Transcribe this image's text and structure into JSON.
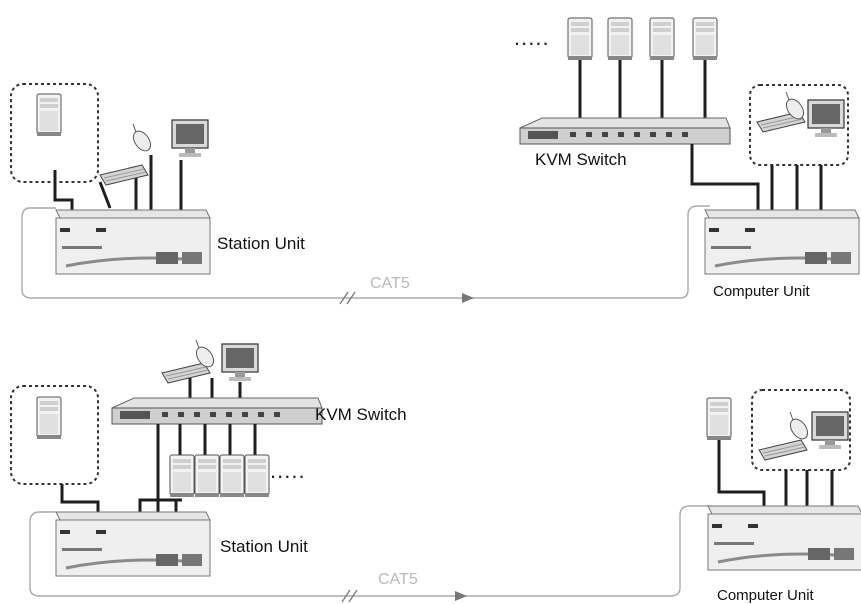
{
  "scenes": [
    {
      "station_label": "Station Unit",
      "switch_label": "KVM Switch",
      "cable_label": "CAT5",
      "computer_label": "Computer Unit",
      "more_computers": "....."
    },
    {
      "station_label": "Station Unit",
      "switch_label": "KVM Switch",
      "cable_label": "CAT5",
      "computer_label": "Computer Unit",
      "more_computers": "....."
    }
  ],
  "icons": {
    "pc": "pc-tower-icon",
    "monitor": "monitor-icon",
    "mouse": "mouse-icon",
    "keyboard": "keyboard-icon",
    "switch": "kvm-switch-icon",
    "unit": "kvm-extender-unit-icon"
  }
}
